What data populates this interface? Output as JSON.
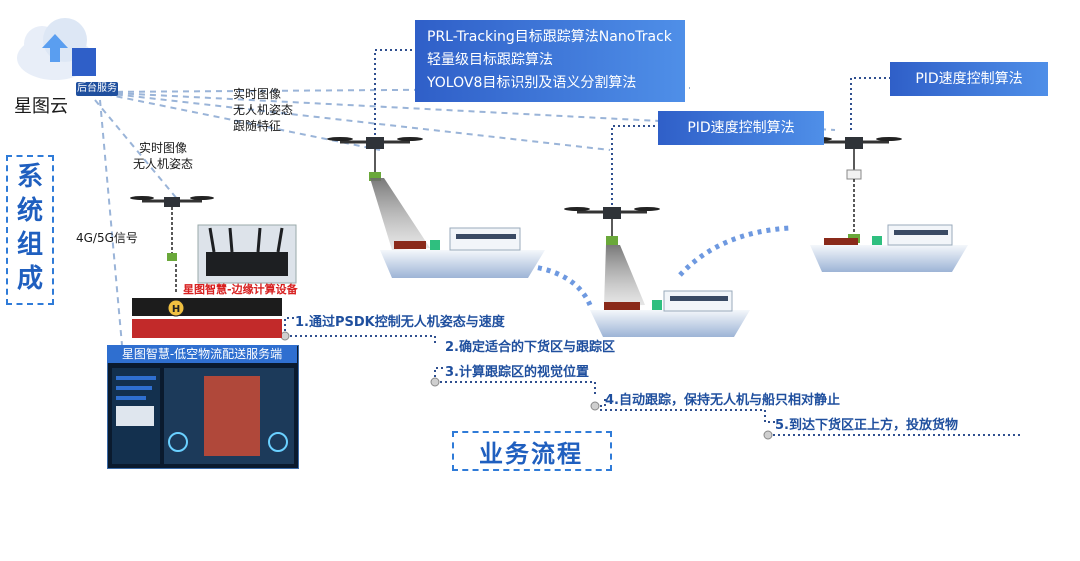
{
  "cloud": {
    "label": "星图云",
    "service_badge": "后台服务"
  },
  "system_title": [
    "系",
    "统",
    "组",
    "成"
  ],
  "business_title": "业务流程",
  "link_labels": {
    "upper": [
      "实时图像",
      "无人机姿态",
      "跟随特征"
    ],
    "lower": [
      "实时图像",
      "无人机姿态"
    ],
    "network": "4G/5G信号"
  },
  "algorithms": [
    "PRL-Tracking目标跟踪算法NanoTrack",
    "轻量级目标跟踪算法",
    "YOLOV8目标识别及语义分割算法"
  ],
  "pid_labels": [
    "PID速度控制算法",
    "PID速度控制算法"
  ],
  "edge_device_label": "星图智慧-边缘计算设备",
  "service_card_title": "星图智慧-低空物流配送服务端",
  "steps": [
    "1.通过PSDK控制无人机姿态与速度",
    "2.确定适合的下货区与跟踪区",
    "3.计算跟踪区的视觉位置",
    "4.自动跟踪，保持无人机与船只相对静止",
    "5.到达下货区正上方，投放货物"
  ],
  "colors": {
    "accent": "#1f5fbf",
    "algo_box": "#3a74d8",
    "ship_hull": "#c22a2a",
    "link_line": "#9ab4d8"
  }
}
